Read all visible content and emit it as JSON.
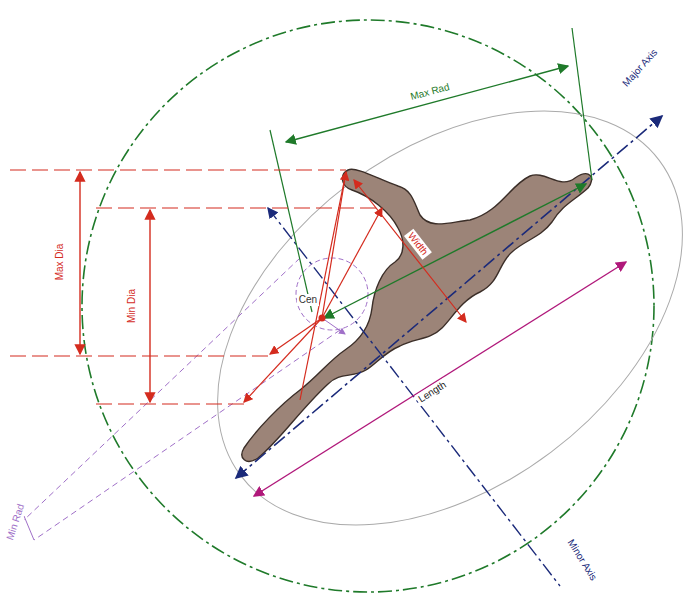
{
  "diagram": {
    "labels": [
      "Max Rad",
      "Major Axis",
      "Width",
      "Max Dia",
      "Min Dia",
      "Cen",
      "Length",
      "Minor Axis",
      "Min Rad"
    ]
  }
}
